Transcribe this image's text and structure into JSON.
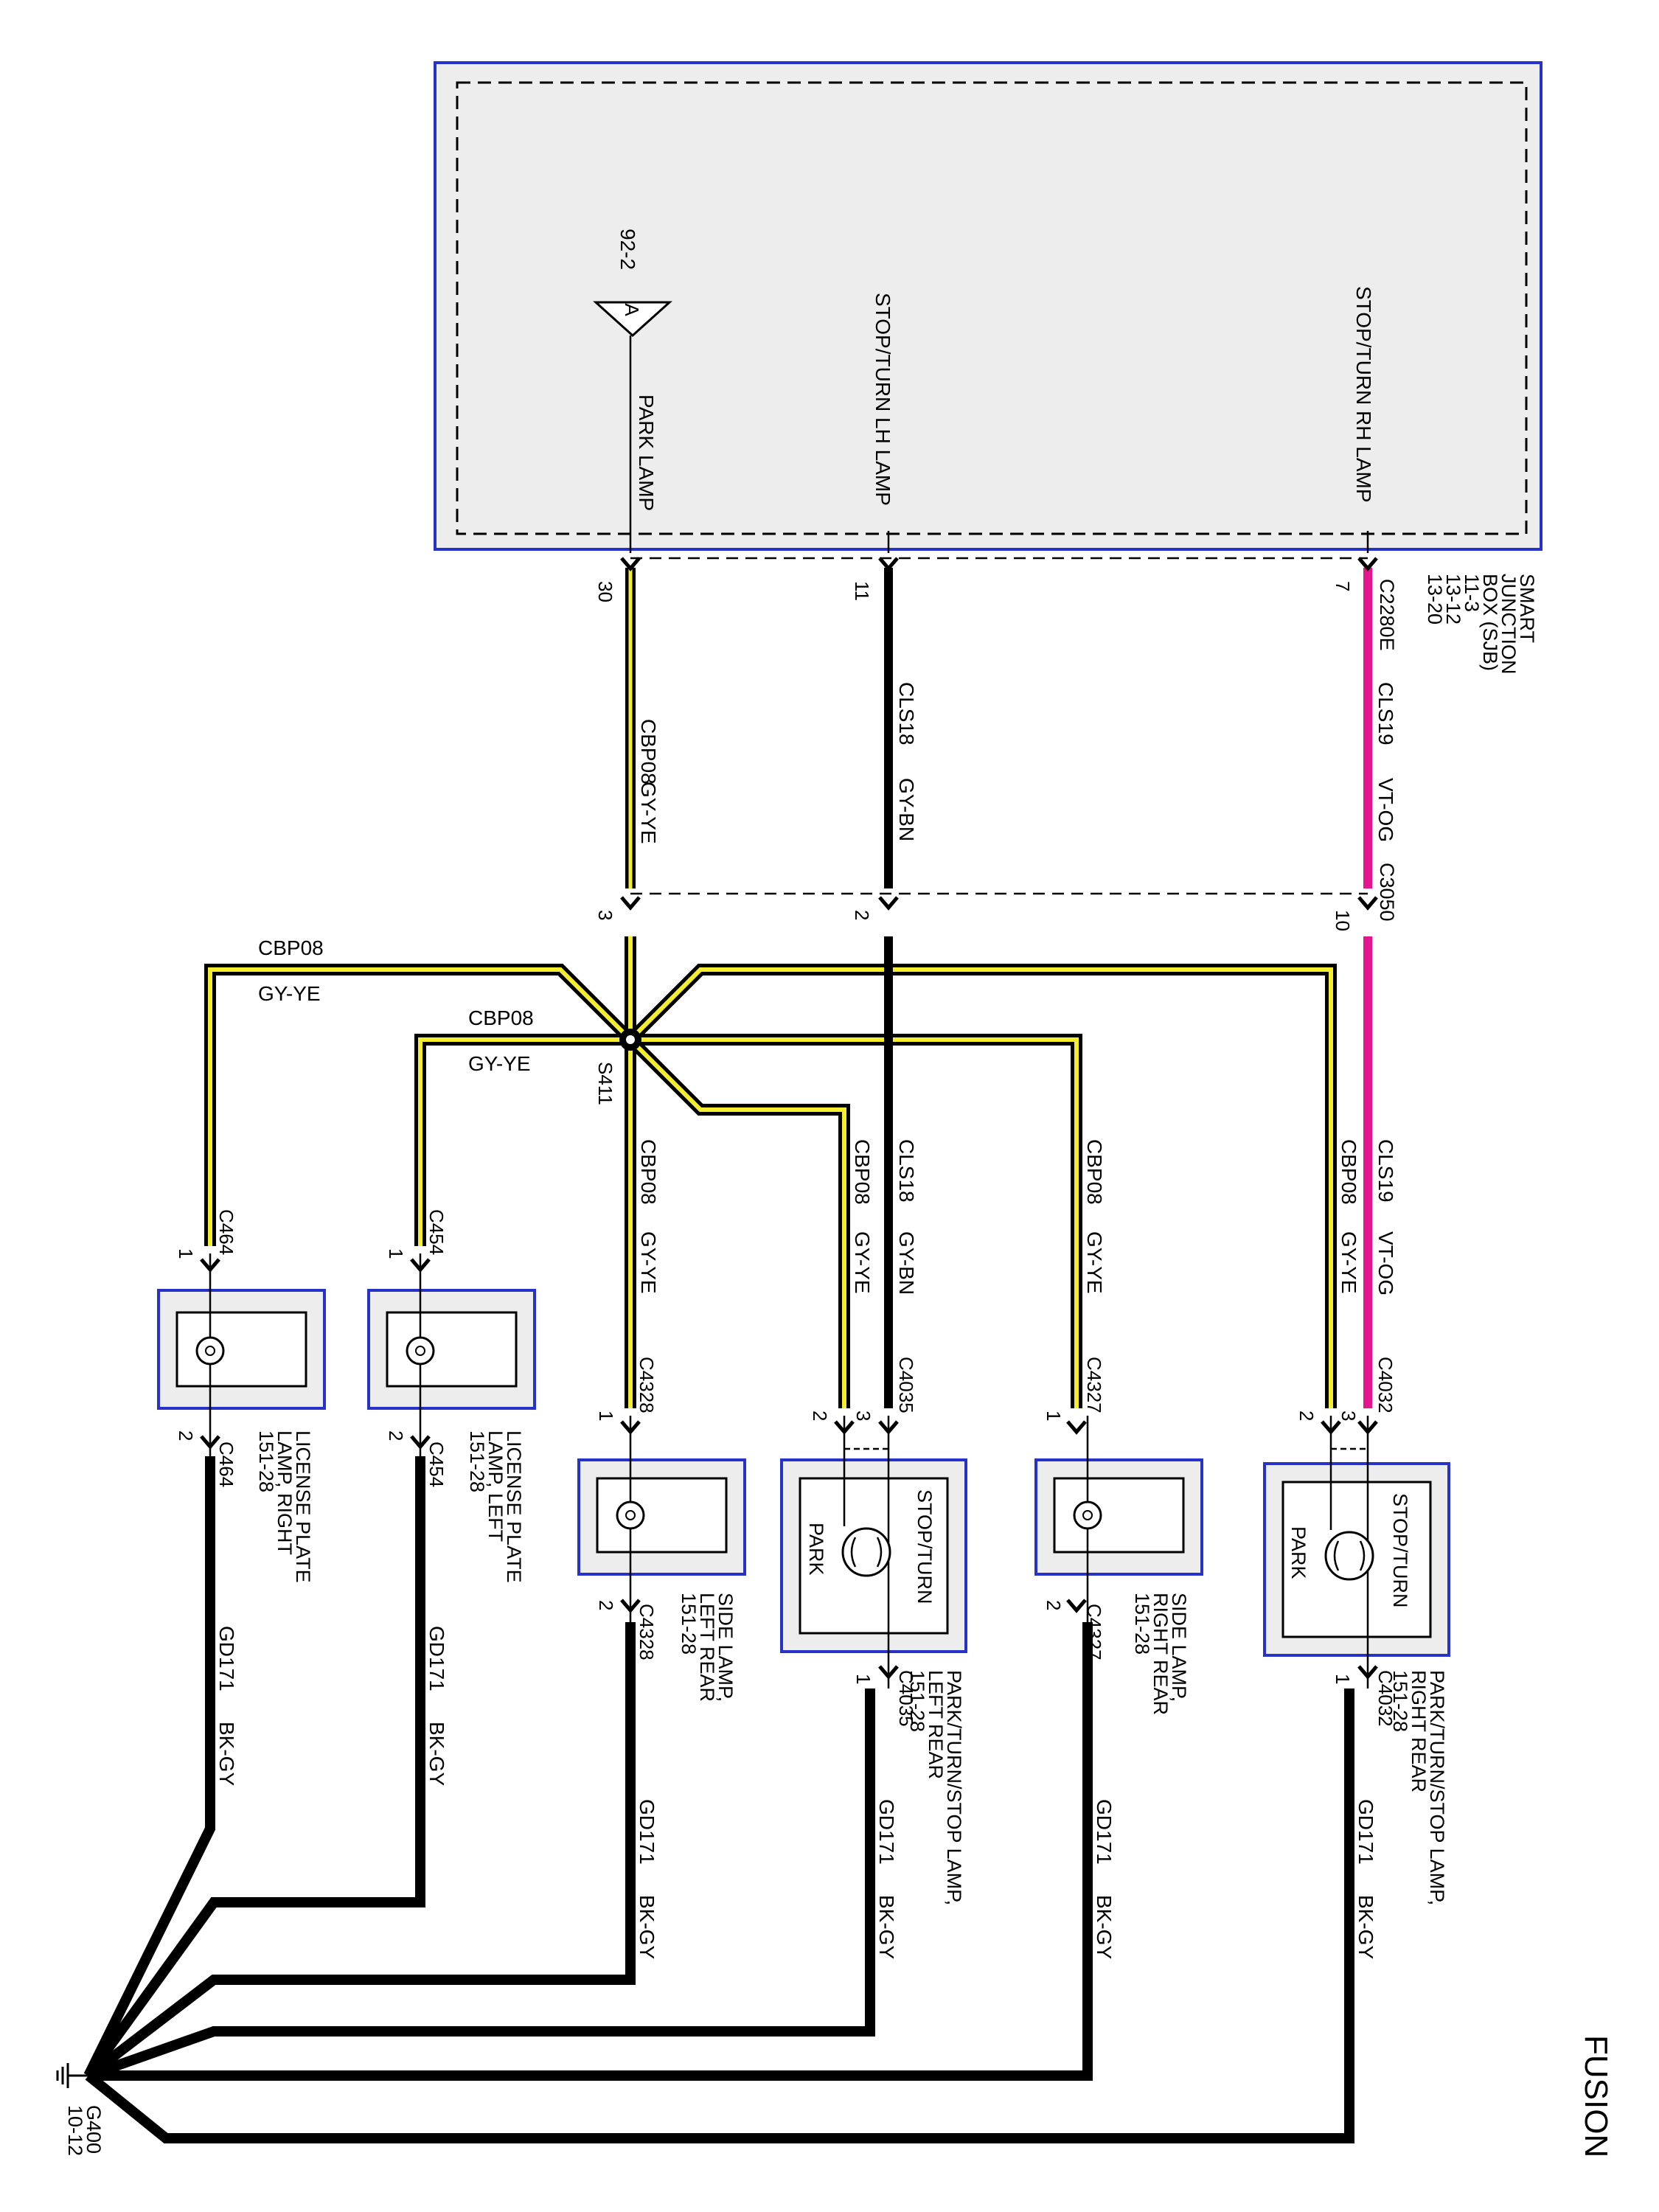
{
  "title": "FUSION",
  "sjb": {
    "name_lines": [
      "SMART",
      "JUNCTION",
      "BOX (SJB)",
      "11-3",
      "13-12",
      "13-20"
    ],
    "connector": "C2280E",
    "inline_connector": "C3050"
  },
  "functions": {
    "park": "PARK LAMP",
    "stop_lh": "STOP/TURN LH LAMP",
    "stop_rh": "STOP/TURN RH LAMP",
    "ref_symbol": "A",
    "ref_page": "92-2"
  },
  "circuits": {
    "park": {
      "circuit": "CBP08",
      "color": "GY-YE",
      "pin_sjb": "30",
      "pin_c3050": "3"
    },
    "lh": {
      "circuit": "CLS18",
      "color": "GY-BN",
      "pin_sjb": "11",
      "pin_c3050": "2"
    },
    "rh": {
      "circuit": "CLS19",
      "color": "VT-OG",
      "pin_sjb": "7",
      "pin_c3050": "10"
    }
  },
  "splice": "S411",
  "ground_circuit": {
    "circuit": "GD171",
    "color": "BK-GY"
  },
  "ground": {
    "name": "G400",
    "page": "10-12"
  },
  "lamps": {
    "lp_right": {
      "connector": "C464",
      "pin_in": "1",
      "pin_out": "2",
      "name_lines": [
        "LICENSE PLATE",
        "LAMP, RIGHT",
        "151-28"
      ]
    },
    "lp_left": {
      "connector": "C454",
      "pin_in": "1",
      "pin_out": "2",
      "name_lines": [
        "LICENSE PLATE",
        "LAMP, LEFT",
        "151-28"
      ]
    },
    "side_lr": {
      "connector": "C4328",
      "pin_in": "1",
      "pin_out": "2",
      "name_lines": [
        "SIDE LAMP,",
        "LEFT REAR",
        "151-28"
      ]
    },
    "ptsl": {
      "connector": "C4035",
      "pin_park": "2",
      "pin_stop": "3",
      "pin_out": "1",
      "name_lines": [
        "PARK/TURN/STOP LAMP,",
        "LEFT REAR",
        "151-28"
      ],
      "label_stop": "STOP/TURN",
      "label_park": "PARK"
    },
    "side_rr": {
      "connector": "C4327",
      "pin_in": "1",
      "pin_out": "2",
      "name_lines": [
        "SIDE LAMP,",
        "RIGHT REAR",
        "151-28"
      ]
    },
    "ptsr": {
      "connector": "C4032",
      "pin_park": "2",
      "pin_stop": "3",
      "pin_out": "1",
      "name_lines": [
        "PARK/TURN/STOP LAMP,",
        "RIGHT REAR",
        "151-28"
      ],
      "label_stop": "STOP/TURN",
      "label_park": "PARK"
    }
  },
  "colors": {
    "yellow": "#f5ee30",
    "pink": "#e4168f",
    "box_border": "#2733c8",
    "box_fill": "#ededed"
  }
}
